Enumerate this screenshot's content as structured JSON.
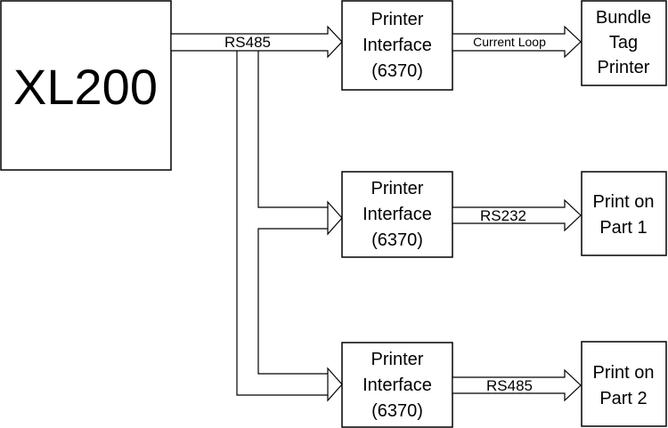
{
  "nodes": {
    "controller": {
      "lines": [
        "XL200"
      ]
    },
    "interface_1": {
      "lines": [
        "Printer",
        "Interface",
        "(6370)"
      ]
    },
    "interface_2": {
      "lines": [
        "Printer",
        "Interface",
        "(6370)"
      ]
    },
    "interface_3": {
      "lines": [
        "Printer",
        "Interface",
        "(6370)"
      ]
    },
    "printer_1": {
      "lines": [
        "Bundle",
        "Tag",
        "Printer"
      ]
    },
    "printer_2": {
      "lines": [
        "Print on",
        "Part 1"
      ]
    },
    "printer_3": {
      "lines": [
        "Print on",
        "Part 2"
      ]
    }
  },
  "links": {
    "bus": "RS485",
    "link_1": "Current Loop",
    "link_2": "RS232",
    "link_3": "RS485"
  }
}
